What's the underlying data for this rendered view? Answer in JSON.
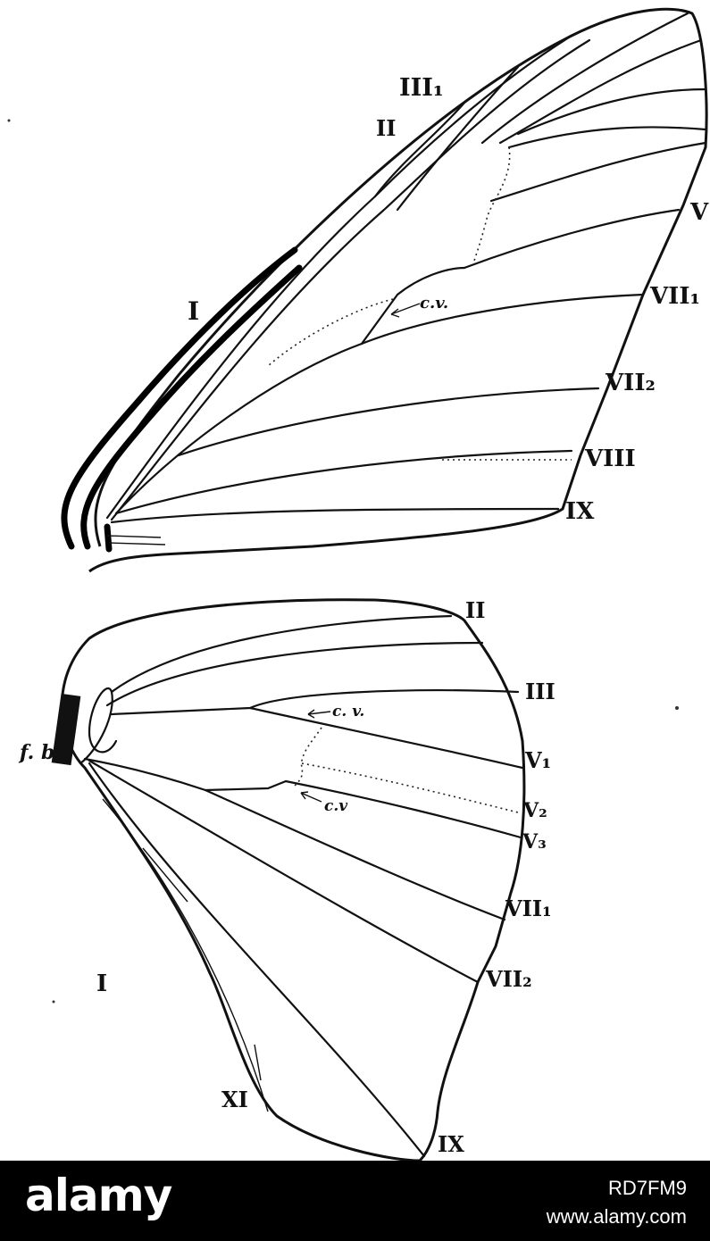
{
  "forewing": {
    "labels": {
      "I": "I",
      "II": "II",
      "III1": "III₁",
      "V": "V",
      "VII1": "VII₁",
      "VII2": "VII₂",
      "VIII": "VIII",
      "IX": "IX",
      "cv": "c.v."
    }
  },
  "hindwing": {
    "labels": {
      "II": "II",
      "III": "III",
      "V1": "V₁",
      "V2": "V₂",
      "V3": "V₃",
      "VII1": "VII₁",
      "VII2": "VII₂",
      "I": "I",
      "XI": "XI",
      "IX": "IX",
      "fb": "f. b.",
      "cv_upper": "c. v.",
      "cv_lower": "c.v"
    }
  },
  "watermark": {
    "brand": "alamy",
    "image_id": "RD7FM9",
    "site": "www.alamy.com"
  },
  "colors": {
    "ink": "#111111",
    "paper": "#ffffff",
    "footer_bg": "#000000"
  }
}
